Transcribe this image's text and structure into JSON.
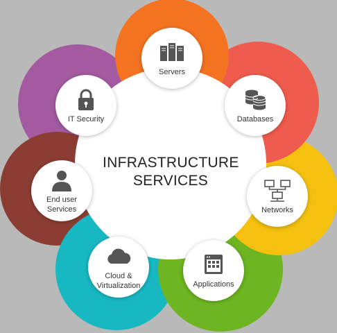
{
  "diagram": {
    "center_title": "INFRASTRUCTURE\nSERVICES",
    "colors": {
      "background": "#b9b9b9",
      "servers": "#f37321",
      "databases": "#ef5b4c",
      "networks": "#f4c10f",
      "applications": "#6db521",
      "cloud": "#18b8c2",
      "end_user": "#8b3d33",
      "it_security": "#a45aa1"
    },
    "nodes": [
      {
        "id": "servers",
        "label": "Servers",
        "icon": "server-icon"
      },
      {
        "id": "databases",
        "label": "Databases",
        "icon": "database-icon"
      },
      {
        "id": "networks",
        "label": "Networks",
        "icon": "network-icon"
      },
      {
        "id": "applications",
        "label": "Applications",
        "icon": "application-window-icon"
      },
      {
        "id": "cloud",
        "label": "Cloud &\nVirtualization",
        "icon": "cloud-icon"
      },
      {
        "id": "end_user",
        "label": "End user\nServices",
        "icon": "user-icon"
      },
      {
        "id": "it_security",
        "label": "IT Security",
        "icon": "padlock-icon"
      }
    ]
  }
}
